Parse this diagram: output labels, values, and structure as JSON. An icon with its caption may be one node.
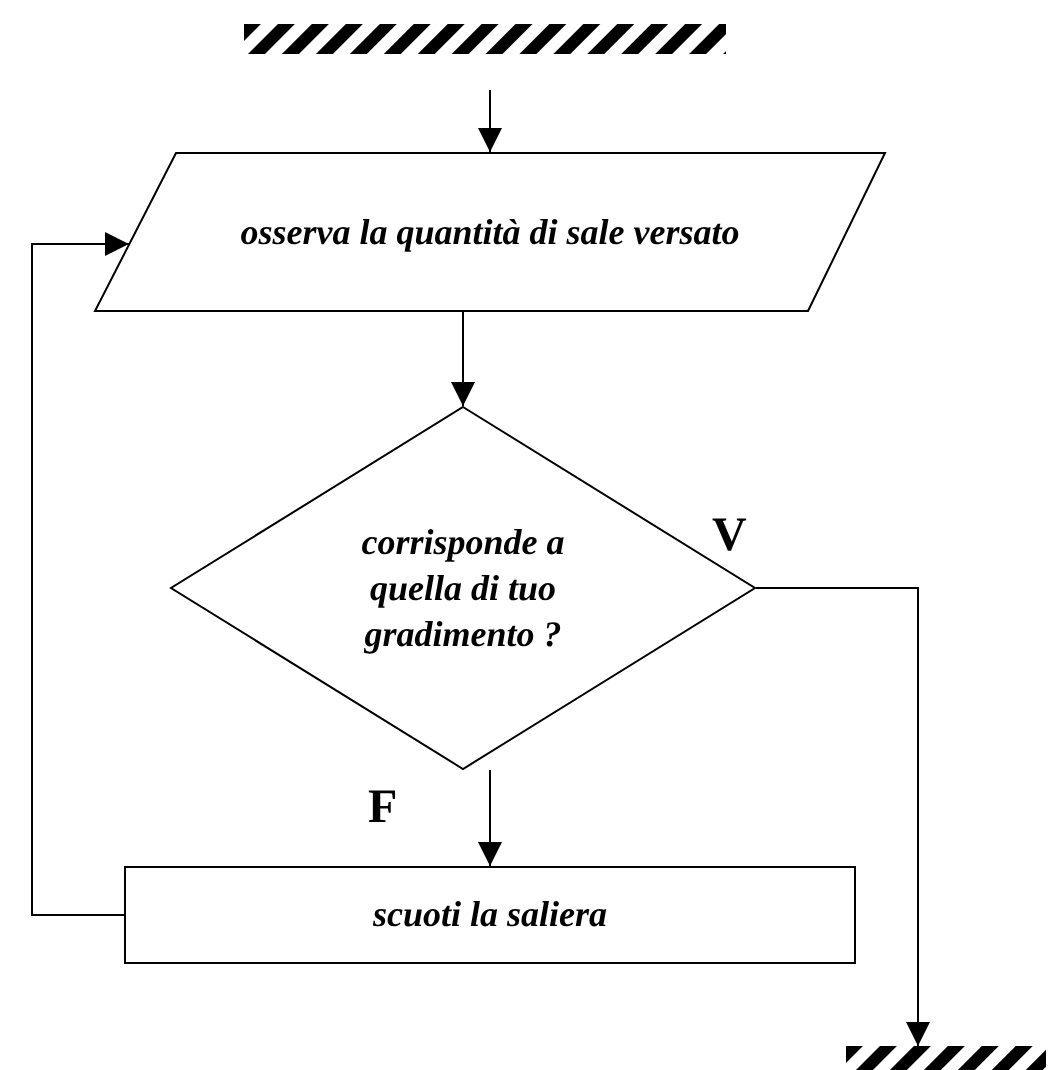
{
  "diagram": {
    "nodes": [
      {
        "text": [],
        "shape": "bar"
      },
      {
        "text": [
          "osserva la quantità di sale versato"
        ]
      },
      {
        "text": [
          "corrisponde a quella di tuo gradimento ?"
        ]
      },
      {
        "text": [
          "scuoti la saliera"
        ]
      },
      {
        "text": [],
        "shape": "bar"
      }
    ],
    "edges": [
      {
        "from": null,
        "to": 1,
        "arrow": "to"
      },
      {
        "from": 1,
        "to": 2,
        "arrow": "to"
      },
      {
        "from": 2,
        "to": 4,
        "label": "V",
        "arrow": "to"
      },
      {
        "from": 2,
        "to": 3,
        "label": "F",
        "arrow": "to"
      },
      {
        "from": 3,
        "to": 1,
        "arrow": "to"
      }
    ]
  }
}
